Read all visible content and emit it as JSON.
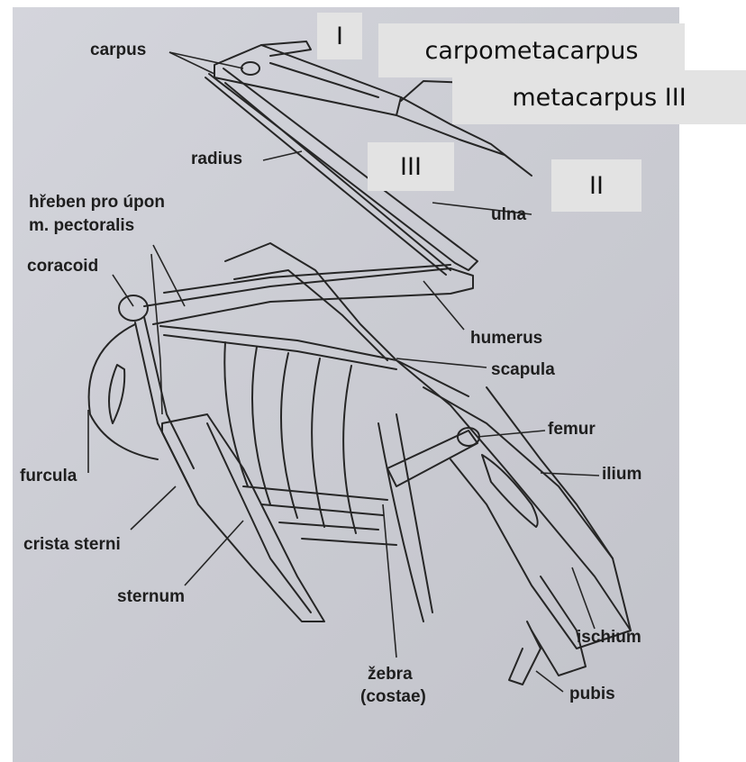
{
  "labels": {
    "carpus": "carpus",
    "radius": "radius",
    "hreben": "hřeben pro úpon",
    "pectoralis": "m. pectoralis",
    "coracoid": "coracoid",
    "ulna": "ulna",
    "humerus": "humerus",
    "scapula": "scapula",
    "femur": "femur",
    "ilium": "ilium",
    "furcula": "furcula",
    "crista_sterni": "crista sterni",
    "sternum": "sternum",
    "zebra": "žebra",
    "costae": "(costae)",
    "ischium": "ischium",
    "pubis": "pubis"
  },
  "boxes": {
    "digit_I": "I",
    "carpometacarpus": "carpometacarpus",
    "metacarpus_III": "metacarpus III",
    "digit_III": "III",
    "digit_II": "II"
  }
}
